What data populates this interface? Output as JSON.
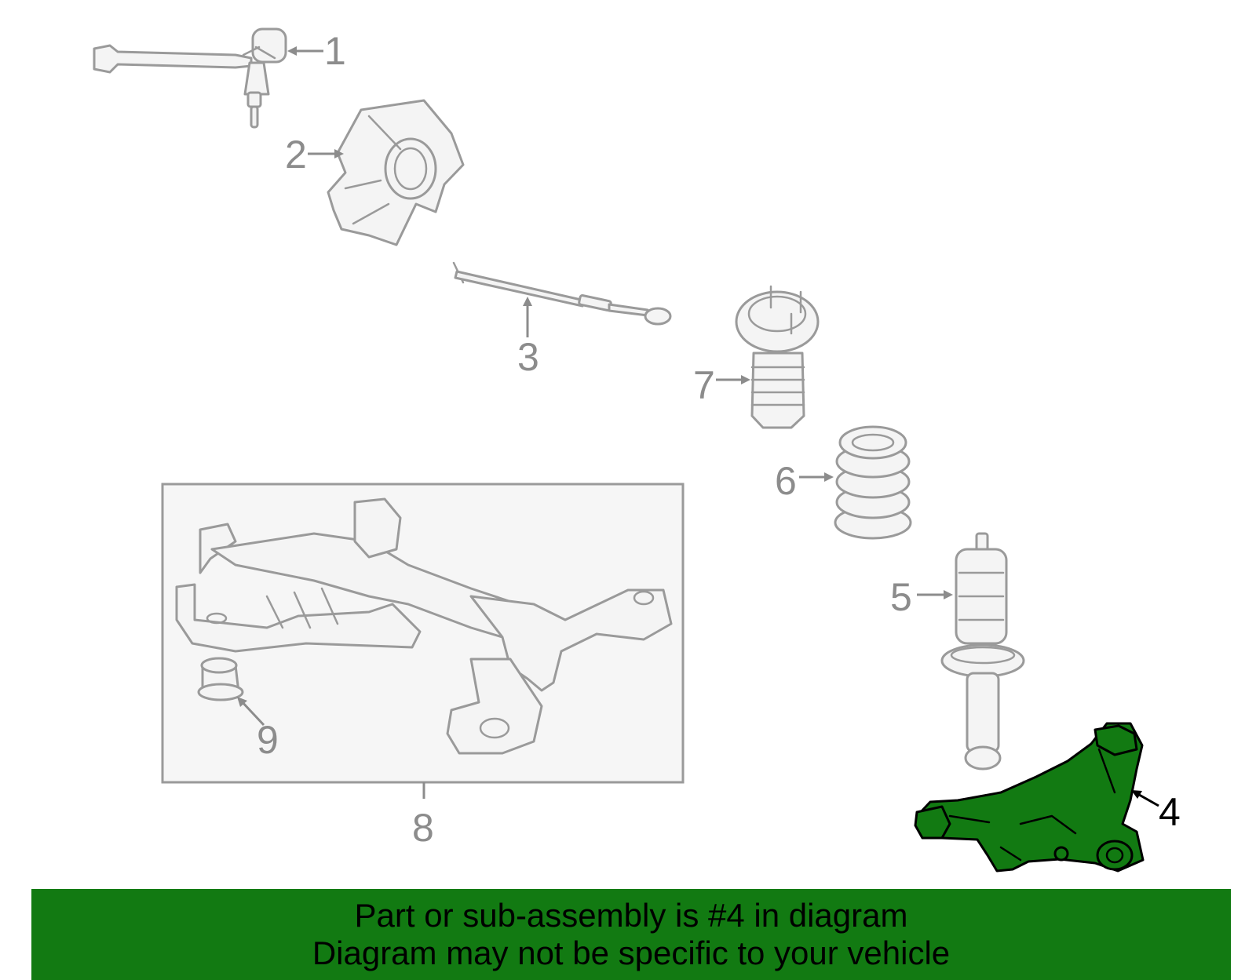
{
  "diagram": {
    "callouts": [
      {
        "number": "1",
        "part": "upper control arm"
      },
      {
        "number": "2",
        "part": "knuckle"
      },
      {
        "number": "3",
        "part": "strut rod"
      },
      {
        "number": "4",
        "part": "lower control arm"
      },
      {
        "number": "5",
        "part": "strut"
      },
      {
        "number": "6",
        "part": "coil spring"
      },
      {
        "number": "7",
        "part": "upper mount"
      },
      {
        "number": "8",
        "part": "crossmember assembly"
      },
      {
        "number": "9",
        "part": "bushing"
      }
    ],
    "highlighted_part": "4",
    "colors": {
      "highlight_fill": "#127a12",
      "line_art": "#9a9a9a",
      "callout_text": "#8c8c8c",
      "banner_background": "#127a12",
      "banner_text": "#000000"
    }
  },
  "banner": {
    "line1": "Part or sub-assembly is #4 in diagram",
    "line2": "Diagram may not be specific to your vehicle"
  }
}
